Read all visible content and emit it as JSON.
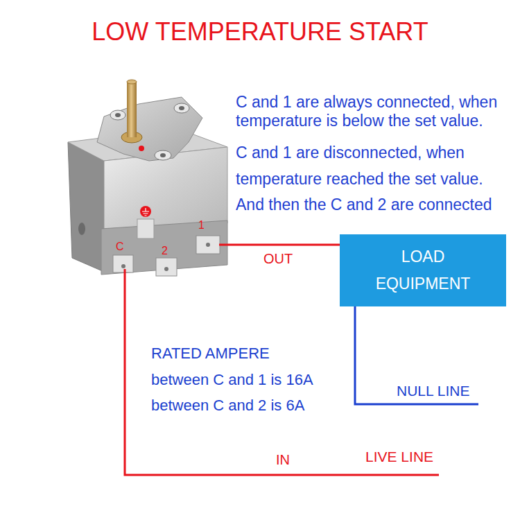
{
  "diagram": {
    "title": "LOW TEMPERATURE START",
    "nodes": [
      {
        "text": [
          "LOAD EQUIPMENT"
        ]
      }
    ],
    "labels": [
      "C and 1 are always connected, when temperature is below the set value.",
      "C and 1 are disconnected, when temperature reached the set value.",
      "And then the C and 2 are connected",
      "C",
      "2",
      "1",
      "OUT",
      "RATED AMPERE",
      "between C and 1 is 16A",
      "between C and 2 is 6A",
      "NULL LINE",
      "IN",
      "LIVE LINE"
    ]
  }
}
